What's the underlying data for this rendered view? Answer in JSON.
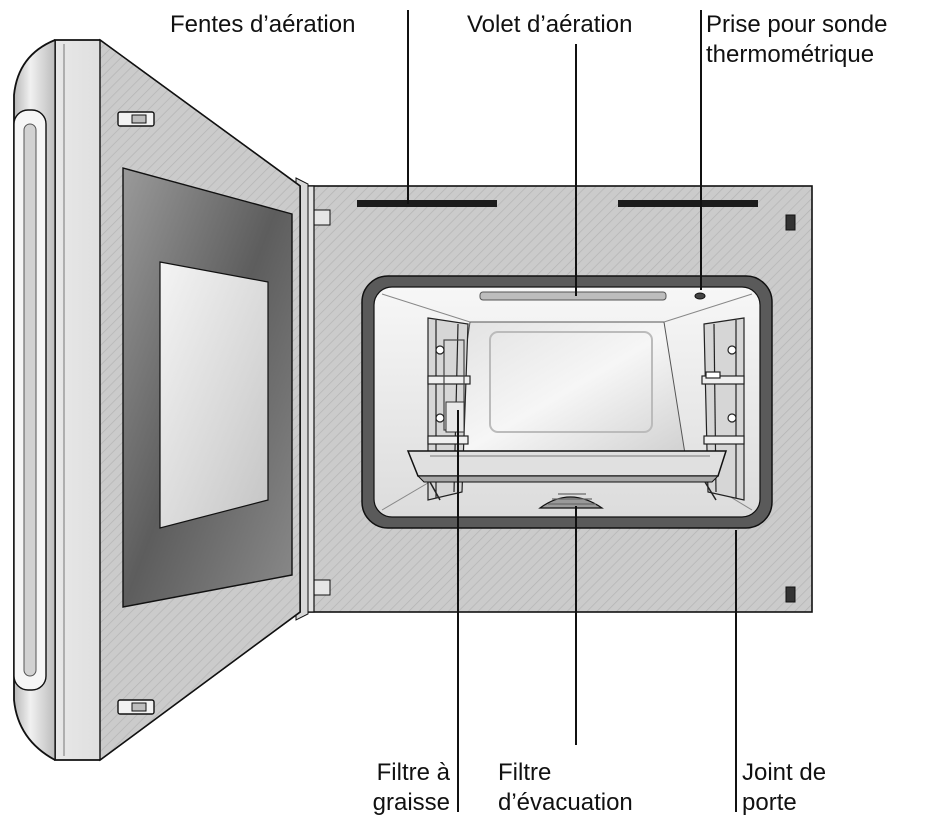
{
  "labels": {
    "fentes_aeration": "Fentes d’aération",
    "volet_aeration": "Volet d’aération",
    "prise_sonde": "Prise pour sonde\nthermométrique",
    "filtre_graisse": "Filtre à\ngraisse",
    "filtre_evacuation": "Filtre\nd’évacuation",
    "joint_porte": "Joint de\nporte"
  },
  "colors": {
    "line": "#111111",
    "cabinet": "#c9c9c9",
    "door": "#d4d4d4",
    "window_dark": "#6e6e6e",
    "cavity": "#ececec",
    "gasket": "#555555"
  }
}
